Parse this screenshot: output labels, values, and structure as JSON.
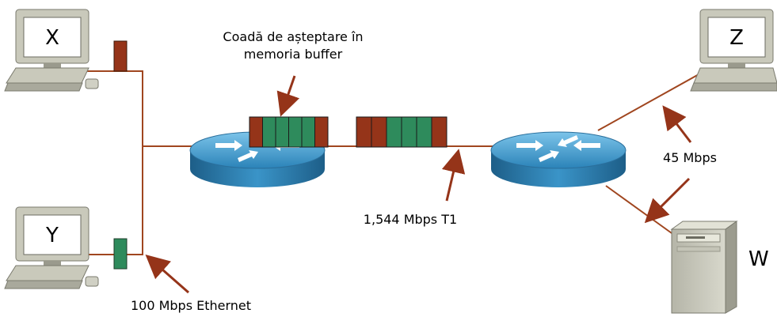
{
  "computers": {
    "x": {
      "label": "X"
    },
    "y": {
      "label": "Y"
    },
    "z": {
      "label": "Z"
    }
  },
  "server": {
    "label": "W"
  },
  "labels": {
    "queue_line1": "Coadă de așteptare în",
    "queue_line2": "memoria buffer",
    "t1": "1,544 Mbps T1",
    "ethernet": "100 Mbps Ethernet",
    "mbps45": "45 Mbps"
  },
  "colors": {
    "packet_red": "#953419",
    "packet_green": "#2e8b5c",
    "link": "#a0461f",
    "router_top": "#3f97c8",
    "router_side": "#1f6f9f"
  },
  "queues": {
    "buffer": [
      "red",
      "green",
      "green",
      "green",
      "green",
      "red"
    ],
    "link": [
      "red",
      "red",
      "green",
      "green",
      "green",
      "red"
    ]
  },
  "packets": {
    "x_packet": "red",
    "y_packet": "green"
  }
}
